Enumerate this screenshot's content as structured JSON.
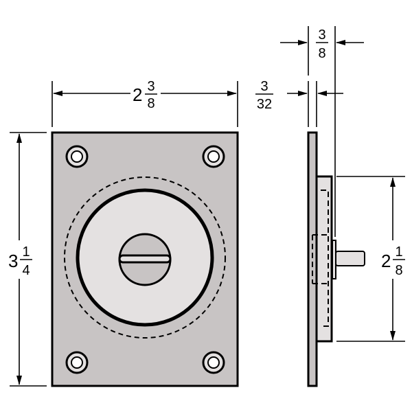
{
  "colors": {
    "plate": "#c8c4c4",
    "disc": "#e4e1e1",
    "line": "#000000"
  },
  "dimensions": {
    "width": {
      "whole": "2",
      "num": "3",
      "den": "8"
    },
    "height": {
      "whole": "3",
      "num": "1",
      "den": "4"
    },
    "plate_thickness": {
      "num": "3",
      "den": "32"
    },
    "depth": {
      "num": "3",
      "den": "8"
    },
    "body_height": {
      "whole": "2",
      "num": "1",
      "den": "8"
    }
  }
}
